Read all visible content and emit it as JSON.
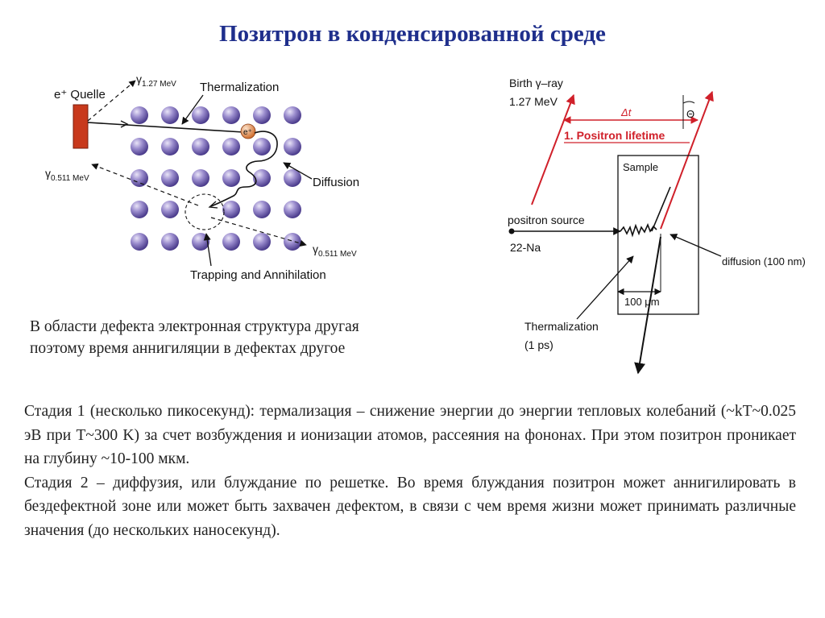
{
  "title": "Позитрон в конденсированной среде",
  "left_diagram": {
    "source_label": "e⁺ Quelle",
    "gamma_birth_label": "γ1.27 MeV",
    "thermalization_label": "Thermalization",
    "positron_label": "e⁺",
    "diffusion_label": "Diffusion",
    "gamma_annihilation_label_1": "γ0.511 MeV",
    "gamma_annihilation_label_2": "γ0.511 MeV",
    "trapping_label": "Trapping and Annihilation",
    "lattice_color": "#6b5aa8"
  },
  "right_diagram": {
    "birth_ray_label": "Birth γ–ray",
    "birth_energy_label": "1.27 MeV",
    "delta_t_label": "Δt",
    "theta_label": "Θ",
    "lifetime_label": "1. Positron lifetime",
    "sample_label": "Sample",
    "source_label": "positron source",
    "isotope_label": "22-Na",
    "diffusion_label": "diffusion (100 nm)",
    "depth_label": "100 μm",
    "thermalization_label": "Thermalization",
    "thermalization_time": "(1 ps)",
    "accent_color": "#d0202a"
  },
  "note": {
    "line1": "В области дефекта электронная структура другая",
    "line2": "поэтому время аннигиляции в дефектах другое"
  },
  "body": {
    "para1": "Стадия 1 (несколько пикосекунд): термализация – снижение энергии до энергии тепловых колебаний (~kT~0.025 эВ при T~300 K) за счет возбуждения и ионизации атомов, рассеяния на фононах. При этом позитрон проникает на глубину ~10-100 мкм.",
    "para2": "Стадия 2 – диффузия, или блуждание по решетке. Во время блуждания позитрон может аннигилировать в бездефектной зоне или может быть захвачен дефектом, в связи с чем время жизни может принимать различные значения (до нескольких наносекунд)."
  }
}
